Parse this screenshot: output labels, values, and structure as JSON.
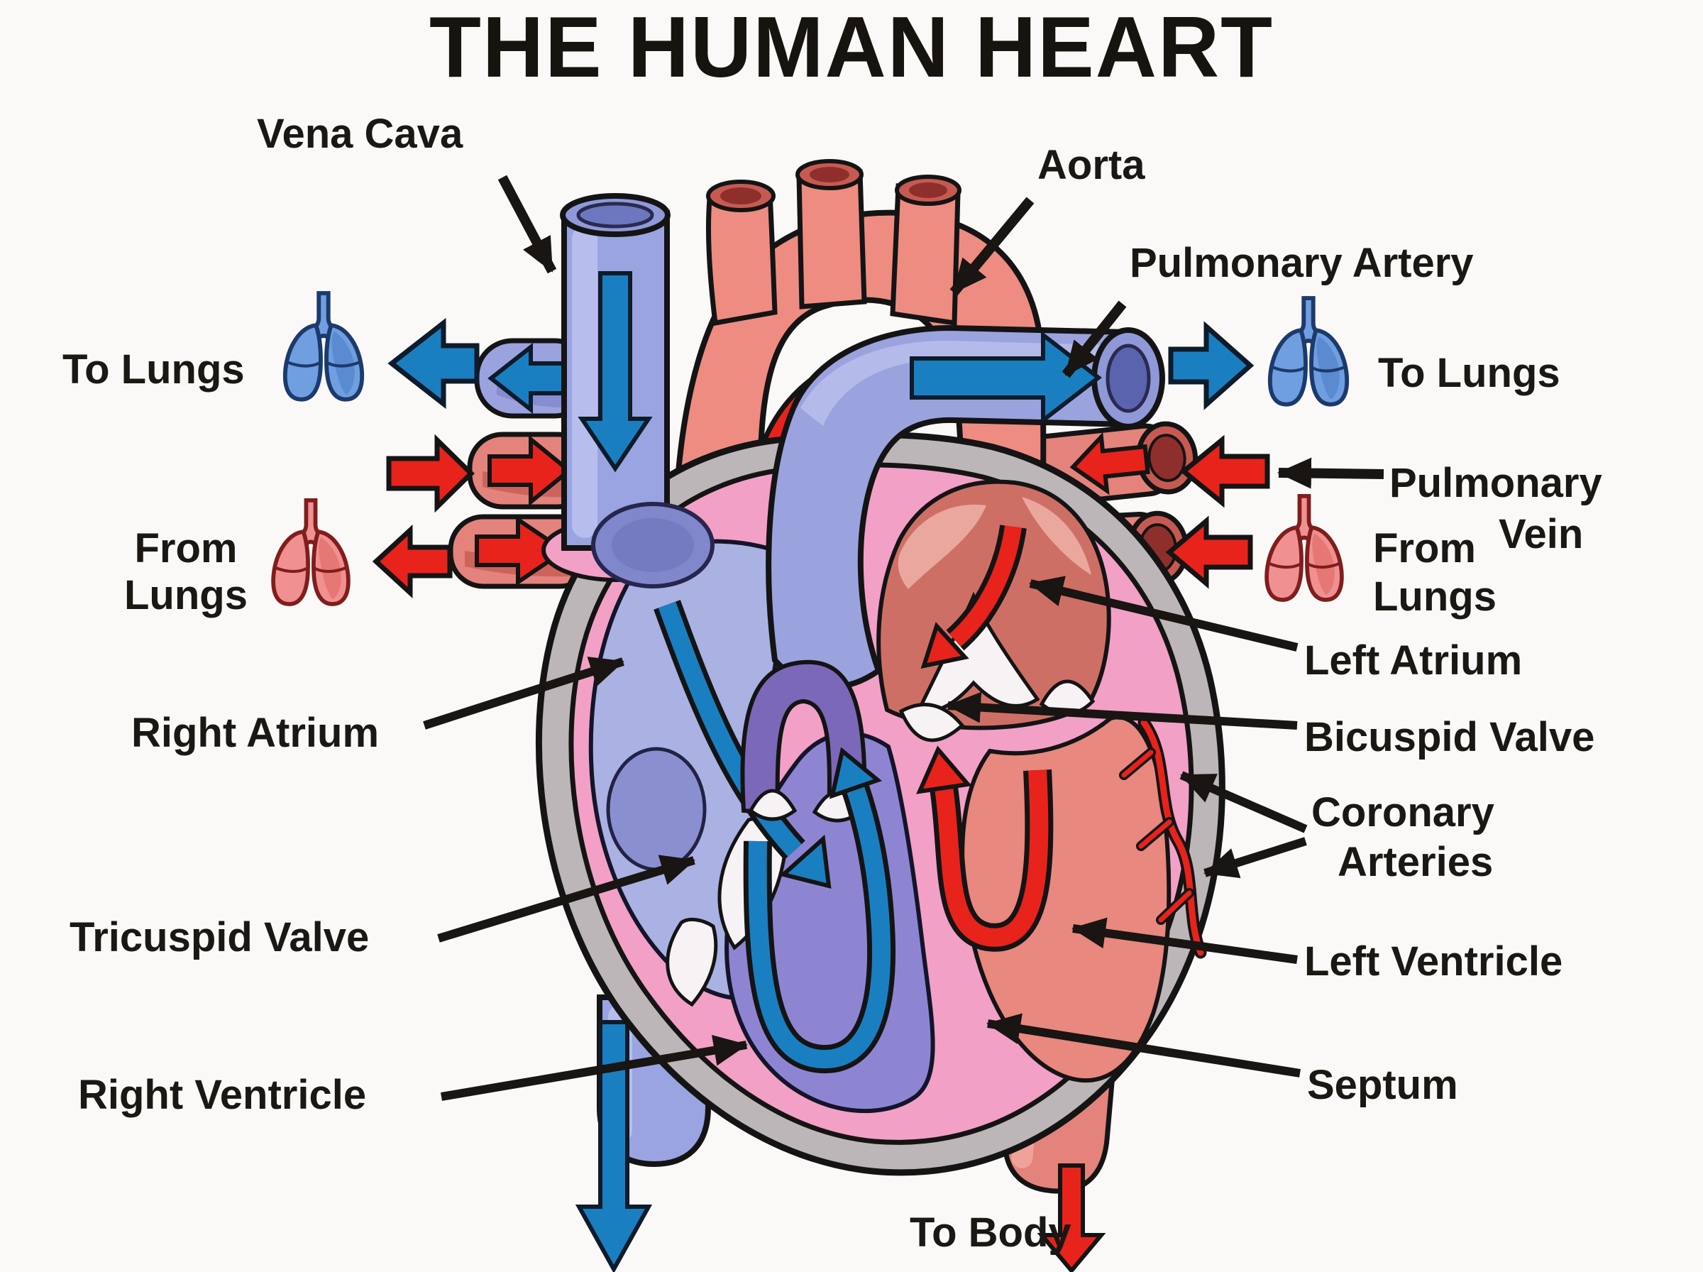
{
  "title": "THE HUMAN HEART",
  "labels": {
    "vena_cava": "Vena Cava",
    "aorta": "Aorta",
    "pulmonary_artery": "Pulmonary Artery",
    "to_lungs_left": "To Lungs",
    "to_lungs_right": "To Lungs",
    "pulmonary_vein_line1": "Pulmonary",
    "pulmonary_vein_line2": "Vein",
    "from_lungs_left_line1": "From",
    "from_lungs_left_line2": "Lungs",
    "from_lungs_right_line1": "From",
    "from_lungs_right_line2": "Lungs",
    "right_atrium": "Right Atrium",
    "left_atrium": "Left Atrium",
    "tricuspid_valve": "Tricuspid Valve",
    "bicuspid_valve": "Bicuspid Valve",
    "coronary_line1": "Coronary",
    "coronary_line2": "Arteries",
    "right_ventricle": "Right Ventricle",
    "left_ventricle": "Left Ventricle",
    "septum": "Septum",
    "to_body": "To Body"
  },
  "colors": {
    "background": "#faf9f7",
    "ink": "#1b1713",
    "vein_vessel_blue": "#99a4e1",
    "vein_vessel_rim": "#6d77bf",
    "flow_blue": "#1a7fc1",
    "artery_salmon": "#ee8c82",
    "artery_rim": "#c65a52",
    "artery_inner": "#8f2f2c",
    "flow_red": "#e8231b",
    "heart_wall_gray": "#bdb6b8",
    "heart_pink": "#f2a0c6",
    "right_atrium_fill": "#a9b2e2",
    "right_ventricle_fill": "#8e85d2",
    "left_atrium_fill": "#ce6f66",
    "left_ventricle_fill": "#e8887e",
    "pulmonary_valve_purple": "#7b68b8",
    "valve_white": "#f7f3f4",
    "lungs_blue": "#6f9fe0",
    "lungs_pink": "#f09090"
  }
}
